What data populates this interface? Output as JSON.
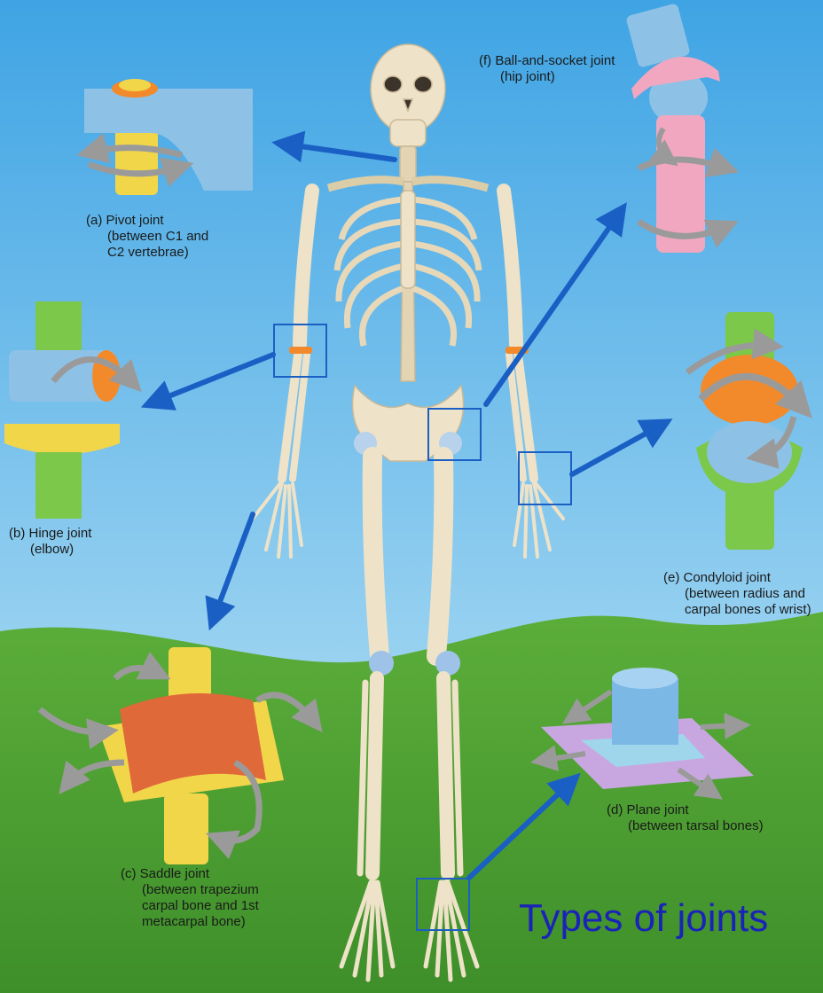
{
  "title": "Types of joints",
  "joints": [
    {
      "id": "a",
      "lines": [
        "(a) Pivot joint",
        "(between C1 and",
        "C2 vertebrae)"
      ]
    },
    {
      "id": "b",
      "lines": [
        "(b) Hinge joint",
        "(elbow)"
      ]
    },
    {
      "id": "c",
      "lines": [
        "(c) Saddle joint",
        "(between trapezium",
        "carpal bone and 1st",
        "metacarpal bone)"
      ]
    },
    {
      "id": "d",
      "lines": [
        "(d) Plane joint",
        "(between tarsal bones)"
      ]
    },
    {
      "id": "e",
      "lines": [
        "(e) Condyloid joint",
        "(between radius and",
        "carpal bones of wrist)"
      ]
    },
    {
      "id": "f",
      "lines": [
        "(f) Ball-and-socket joint",
        "(hip joint)"
      ]
    }
  ],
  "colors": {
    "sky_top": "#4aa9e6",
    "sky_bottom": "#bfe6f7",
    "grass": "#5fae3c",
    "bone": "#eee2c8",
    "arrow": "#1a5fc4",
    "title": "#1a23b8"
  }
}
